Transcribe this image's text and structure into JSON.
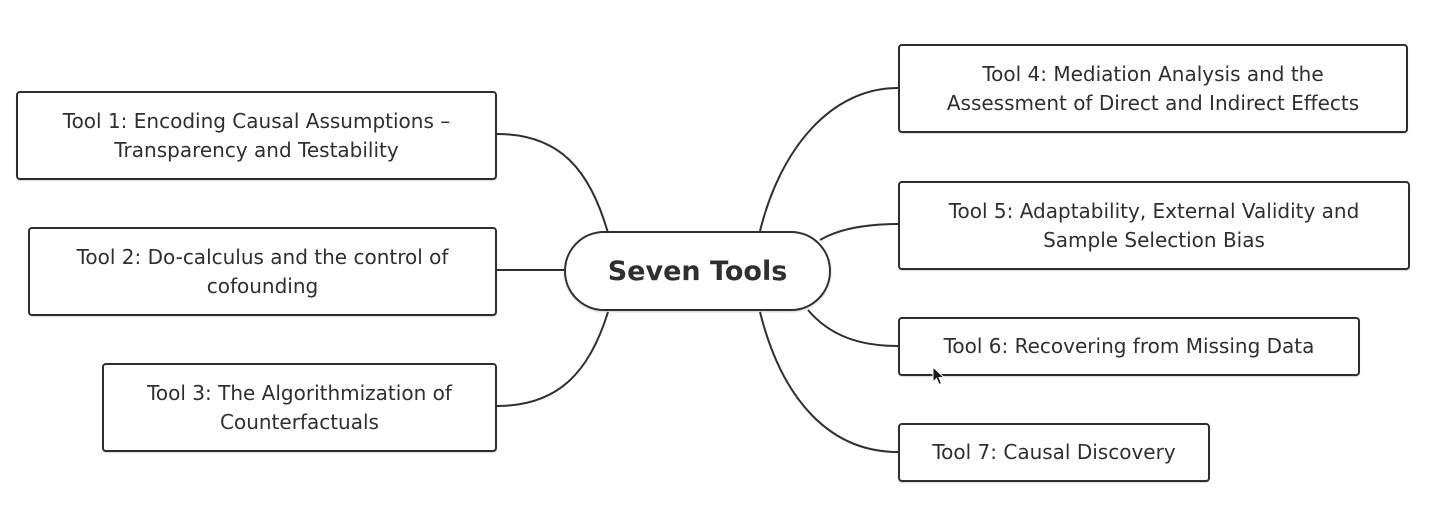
{
  "mindmap": {
    "center": {
      "label": "Seven Tools"
    },
    "tools": [
      {
        "id": "t1",
        "label": "Tool 1: Encoding Causal Assumptions –\nTransparency and Testability"
      },
      {
        "id": "t2",
        "label": "Tool 2: Do-calculus and the control of\ncofounding"
      },
      {
        "id": "t3",
        "label": "Tool 3: The Algorithmization of\nCounterfactuals"
      },
      {
        "id": "t4",
        "label": "Tool 4: Mediation Analysis and the\nAssessment of Direct and Indirect Effects"
      },
      {
        "id": "t5",
        "label": "Tool 5: Adaptability, External Validity and\nSample Selection Bias"
      },
      {
        "id": "t6",
        "label": "Tool 6: Recovering from Missing Data"
      },
      {
        "id": "t7",
        "label": "Tool 7: Causal Discovery"
      }
    ]
  },
  "colors": {
    "stroke": "#2e2f33",
    "text": "#2e2f33",
    "background": "#ffffff"
  },
  "icons": {
    "cursor": "mouse-pointer-icon"
  }
}
